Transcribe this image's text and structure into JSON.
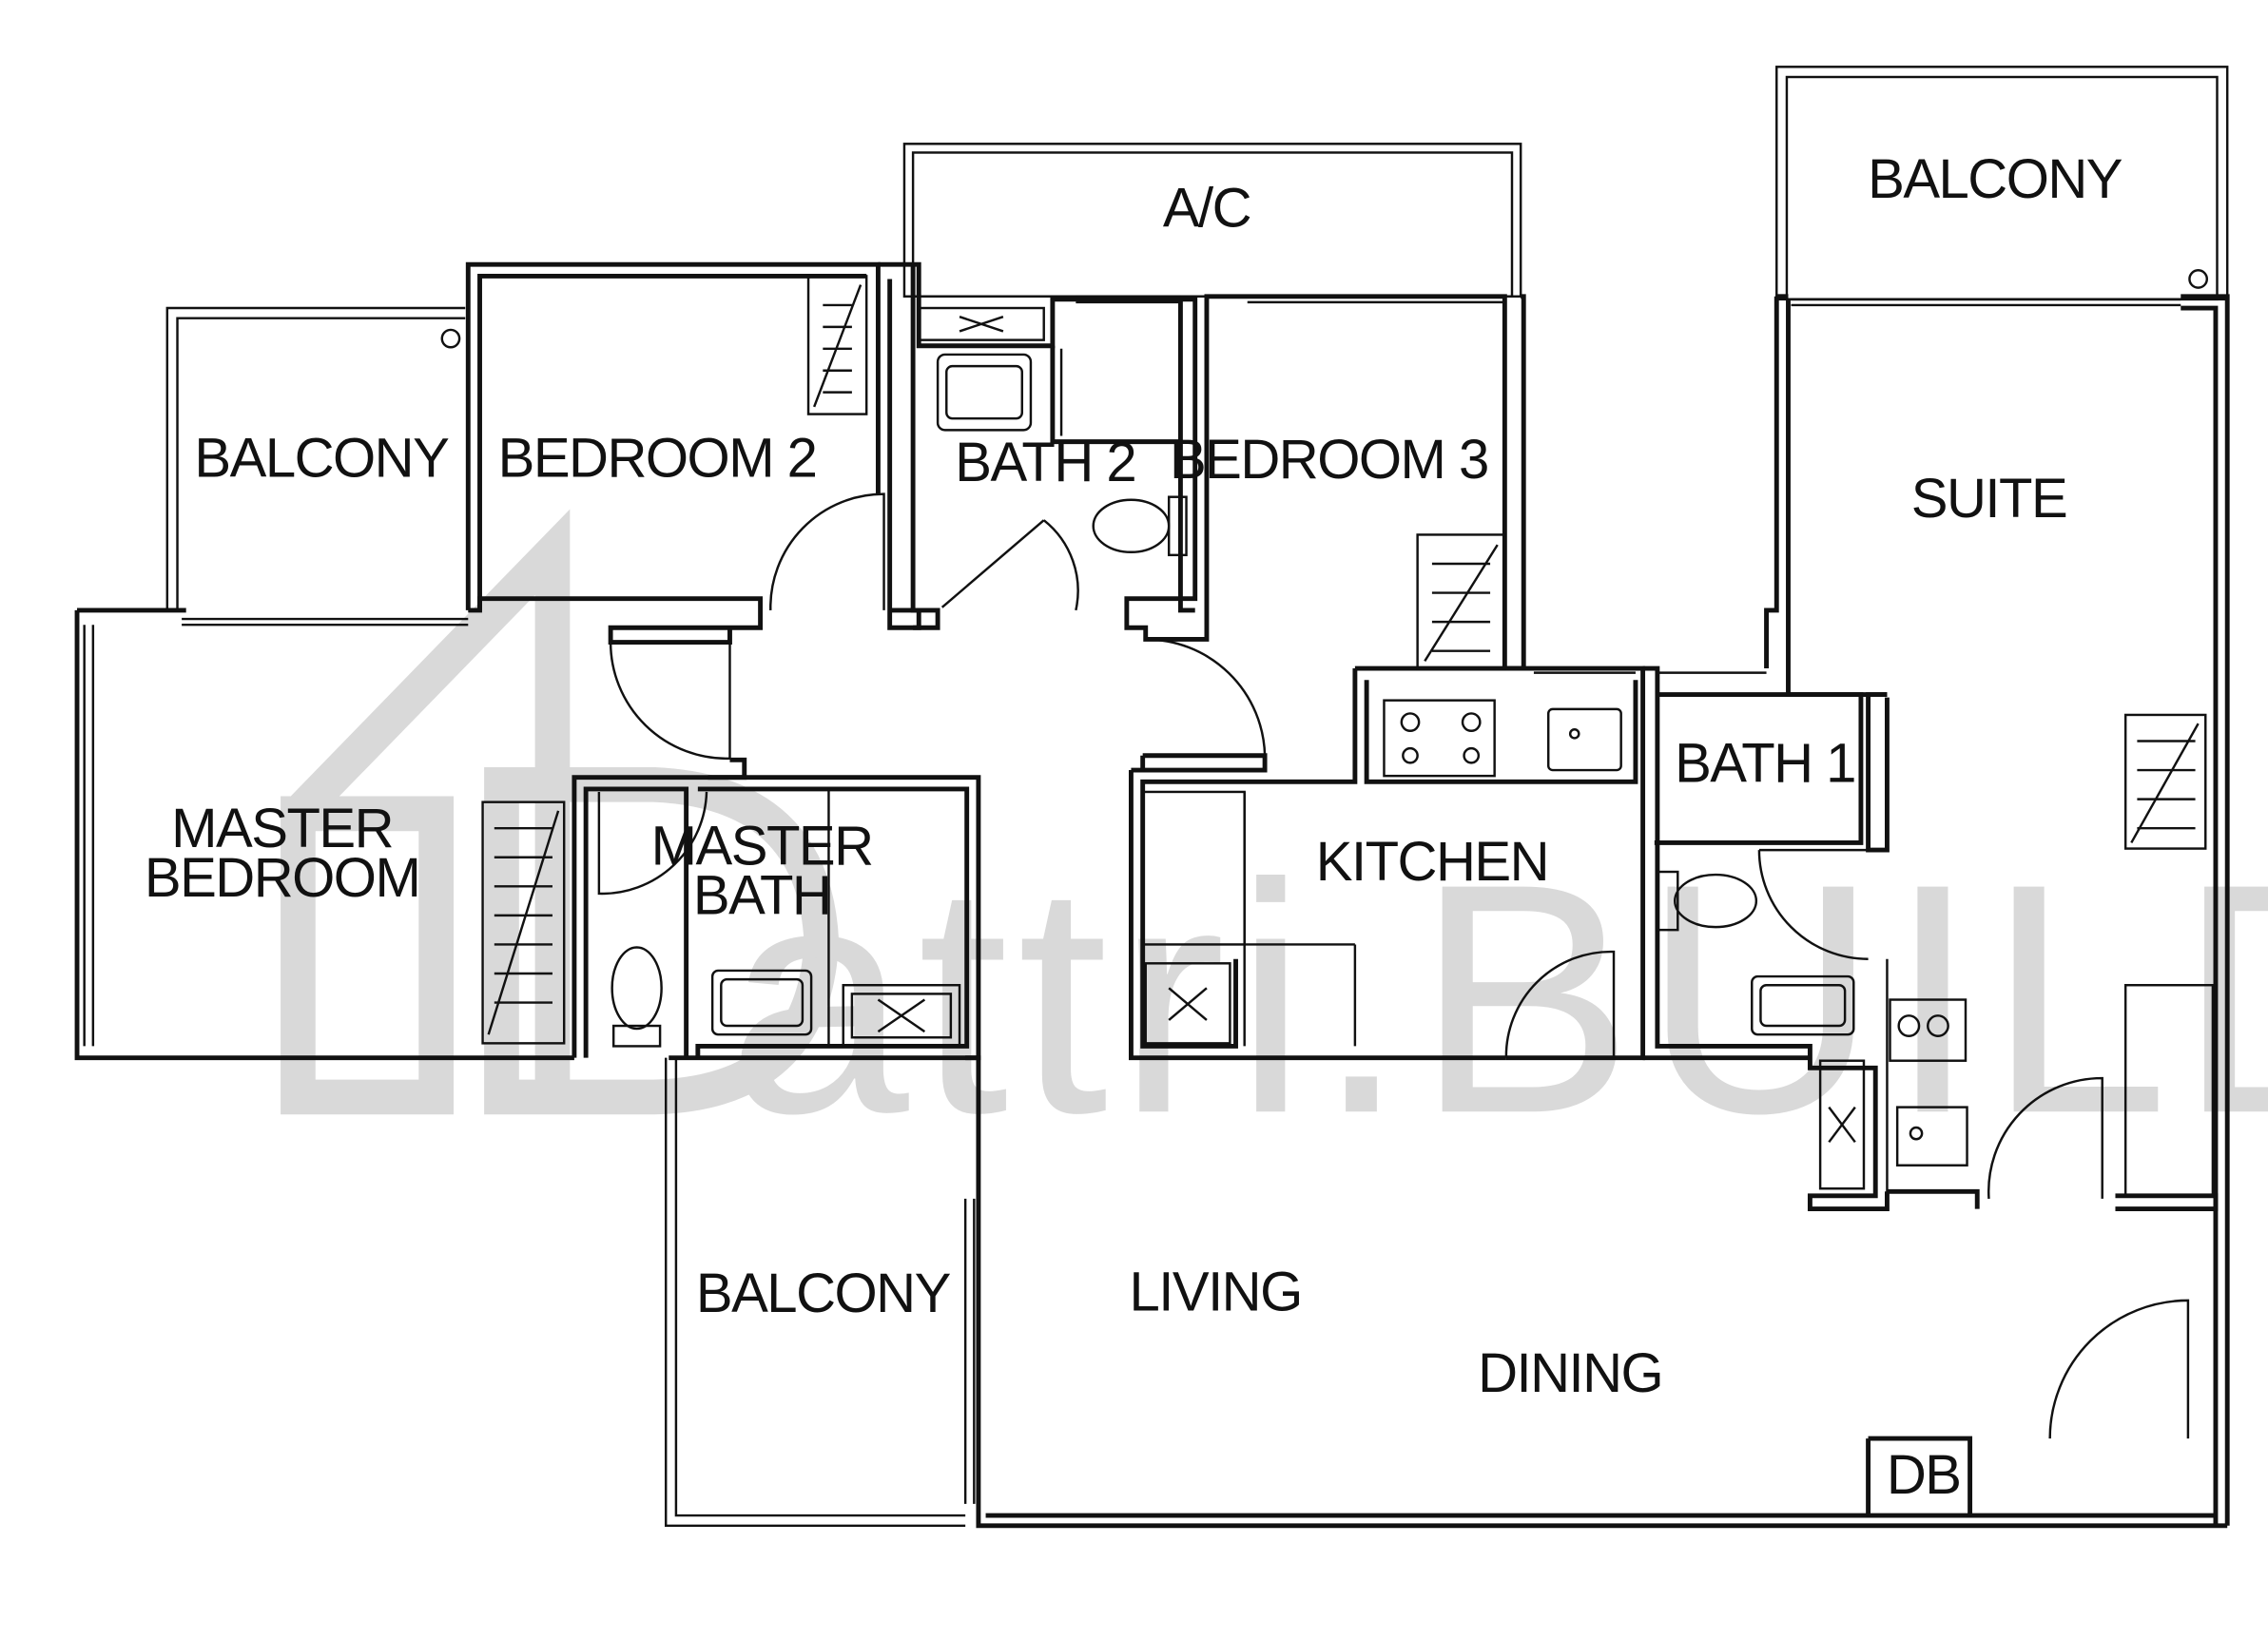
{
  "colors": {
    "wall": "#111111",
    "watermark": "#d9d9d9",
    "background": "#ffffff"
  },
  "watermark": {
    "text": "attri.BUILD"
  },
  "rooms": {
    "ac": "A/C",
    "balcony_top_right": "BALCONY",
    "balcony_left": "BALCONY",
    "bedroom2": "BEDROOM 2",
    "bath2": "BATH 2",
    "bedroom3": "BEDROOM 3",
    "suite": "SUITE",
    "master_bedroom_line1": "MASTER",
    "master_bedroom_line2": "BEDROOM",
    "master_bath_line1": "MASTER",
    "master_bath_line2": "BATH",
    "kitchen": "KITCHEN",
    "bath1": "BATH 1",
    "balcony_bottom": "BALCONY",
    "living": "LIVING",
    "dining": "DINING",
    "db": "DB"
  }
}
